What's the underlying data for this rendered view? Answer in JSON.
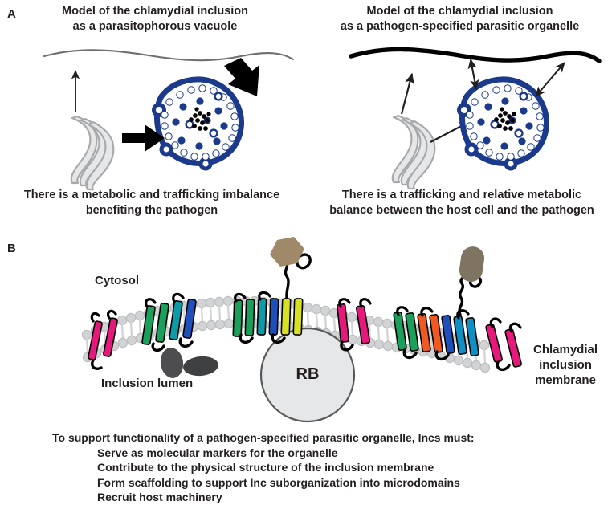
{
  "figure": {
    "panels": [
      {
        "letter": "A",
        "left": {
          "title_line1": "Model of the chlamydial inclusion",
          "title_line2": "as a parasitophorous vacuole",
          "caption_line1": "There is a metabolic and trafficking imbalance",
          "caption_line2": "benefiting the pathogen"
        },
        "right": {
          "title_line1": "Model of the chlamydial inclusion",
          "title_line2": "as a pathogen-specified parasitic organelle",
          "caption_line1": "There is a trafficking and relative metabolic",
          "caption_line2": "balance between the host cell and the pathogen"
        }
      },
      {
        "letter": "B",
        "labels": {
          "cytosol": "Cytosol",
          "inclusion_lumen": "Inclusion lumen",
          "bacterium": "RB",
          "membrane_line1": "Chlamydial",
          "membrane_line2": "inclusion membrane"
        },
        "summary": {
          "lead": "To support functionality of a pathogen-specified parasitic organelle, Incs must:",
          "bullets": [
            "Serve as molecular markers for the organelle",
            "Contribute to the physical structure of the inclusion membrane",
            "Form scaffolding to support Inc suborganization into microdomains",
            "Recruit host machinery"
          ]
        }
      }
    ]
  },
  "colors": {
    "ink": "#231f20",
    "host_membrane_thin": "#6d6e71",
    "host_membrane_thick": "#000000",
    "golgi_gray": "#d9d9d9",
    "golgi_outline": "#9c9ea1",
    "inclusion_blue": "#1b3a8c",
    "inclusion_blue_light": "#3b5fc0",
    "bilayer_gray": "#c9cacb",
    "helix_green": "#1aa05a",
    "helix_teal": "#0f9aa8",
    "helix_blue": "#1f4fba",
    "helix_cyan": "#0f8fc4",
    "helix_yellow": "#d7e021",
    "helix_magenta": "#e6187c",
    "helix_orange": "#f05a22",
    "effector_dark": "#4d4d4f",
    "effector_tan": "#a08968",
    "rb_fill": "#e6e7e8",
    "rb_stroke": "#58595b"
  }
}
